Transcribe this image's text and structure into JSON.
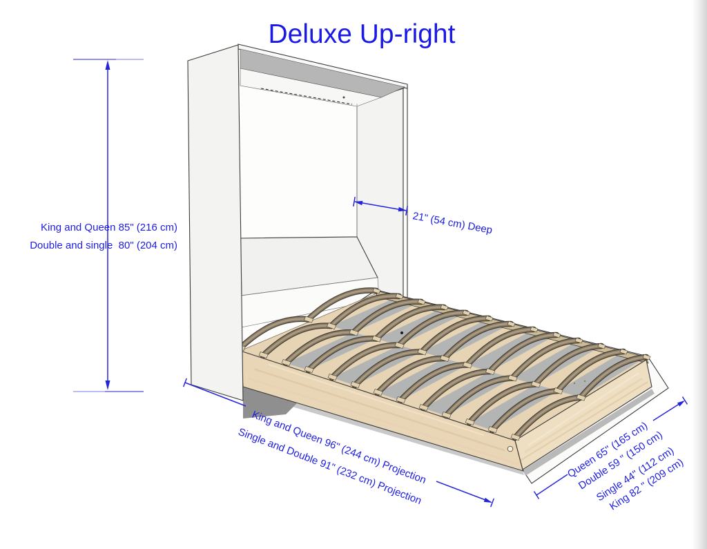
{
  "title": "Deluxe Up-right",
  "drawing": {
    "subject": "murphy-wall-bed-cabinet-with-folded-down-slatted-bed-frame"
  },
  "dimensions": {
    "height": {
      "line1": "King and Queen 85\" (216 cm)",
      "line2": "Double and single  80\" (204 cm)"
    },
    "depth": {
      "label": "21\" (54 cm) Deep"
    },
    "projection": {
      "line1": "King and Queen 96\" (244 cm) Projection",
      "line2": "Single and Double 91\" (232 cm) Projection"
    },
    "widths": {
      "line1": "Queen 65\" (165 cm)",
      "line2": "Double 59 \" (150 cm)",
      "line3": "Single 44\" (112 cm)",
      "line4": "King 82 \" (209 cm)"
    }
  },
  "colors": {
    "annotation_blue": "#1d1de0",
    "extension_line_light": "#9a9aee",
    "cabinet_fill": "#f4f4f2",
    "cabinet_outline": "#3a3a3a",
    "top_underside_gray": "#b6b6b6",
    "bed_wood": "#e9d6b6",
    "footboard_wood": "#efdfc2",
    "slat_brown": "#8b7d68",
    "slat_gap_gray": "#aeb2b6",
    "platform_white": "#fbfbfa",
    "shadow_gray": "#8f8f8f"
  }
}
